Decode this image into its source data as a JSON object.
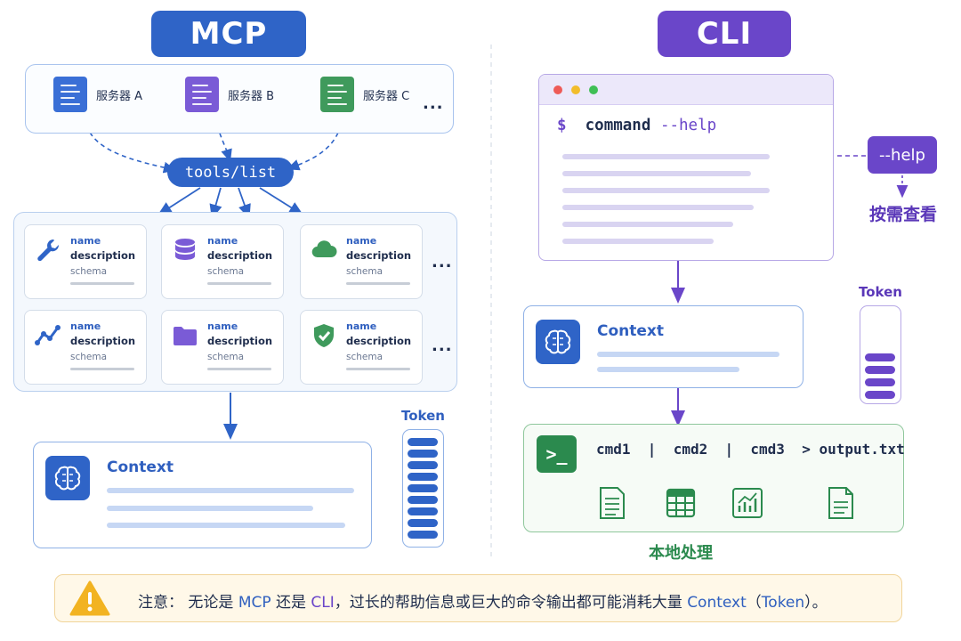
{
  "mcp": {
    "title": "MCP",
    "servers": [
      {
        "label": "服务器 A",
        "icon": "server-icon",
        "color": "#3a6fd6"
      },
      {
        "label": "服务器 B",
        "icon": "server-icon",
        "color": "#7a5bd6"
      },
      {
        "label": "服务器 C",
        "icon": "server-icon",
        "color": "#3f9a5c"
      }
    ],
    "more": "...",
    "tools_list": "tools/list",
    "tool_cards": [
      {
        "icon": "wrench-icon",
        "name": "name",
        "description": "description",
        "schema": "schema"
      },
      {
        "icon": "database-icon",
        "name": "name",
        "description": "description",
        "schema": "schema"
      },
      {
        "icon": "cloud-icon",
        "name": "name",
        "description": "description",
        "schema": "schema"
      },
      {
        "icon": "chart-line-icon",
        "name": "name",
        "description": "description",
        "schema": "schema"
      },
      {
        "icon": "folder-icon",
        "name": "name",
        "description": "description",
        "schema": "schema"
      },
      {
        "icon": "shield-check-icon",
        "name": "name",
        "description": "description",
        "schema": "schema"
      }
    ],
    "context_title": "Context",
    "token_label": "Token",
    "token_segments_filled": 9,
    "accent": "#2f64c7"
  },
  "cli": {
    "title": "CLI",
    "prompt": "$",
    "command": "command",
    "flag": "--help",
    "help_badge": "--help",
    "help_note": "按需查看",
    "context_title": "Context",
    "token_label": "Token",
    "token_segments_filled": 4,
    "pipeline": "cmd1  |  cmd2  |  cmd3  > output.txt",
    "local_label": "本地处理",
    "accent": "#6a46c9"
  },
  "note": {
    "prefix": "注意：  无论是 ",
    "mcp": "MCP",
    "mid1": "  还是 ",
    "cli": "CLI",
    "mid2": "，过长的帮助信息或巨大的命令输出都可能消耗大量 ",
    "context": "Context",
    "paren_open": "（",
    "token": "Token",
    "suffix": "）。"
  }
}
